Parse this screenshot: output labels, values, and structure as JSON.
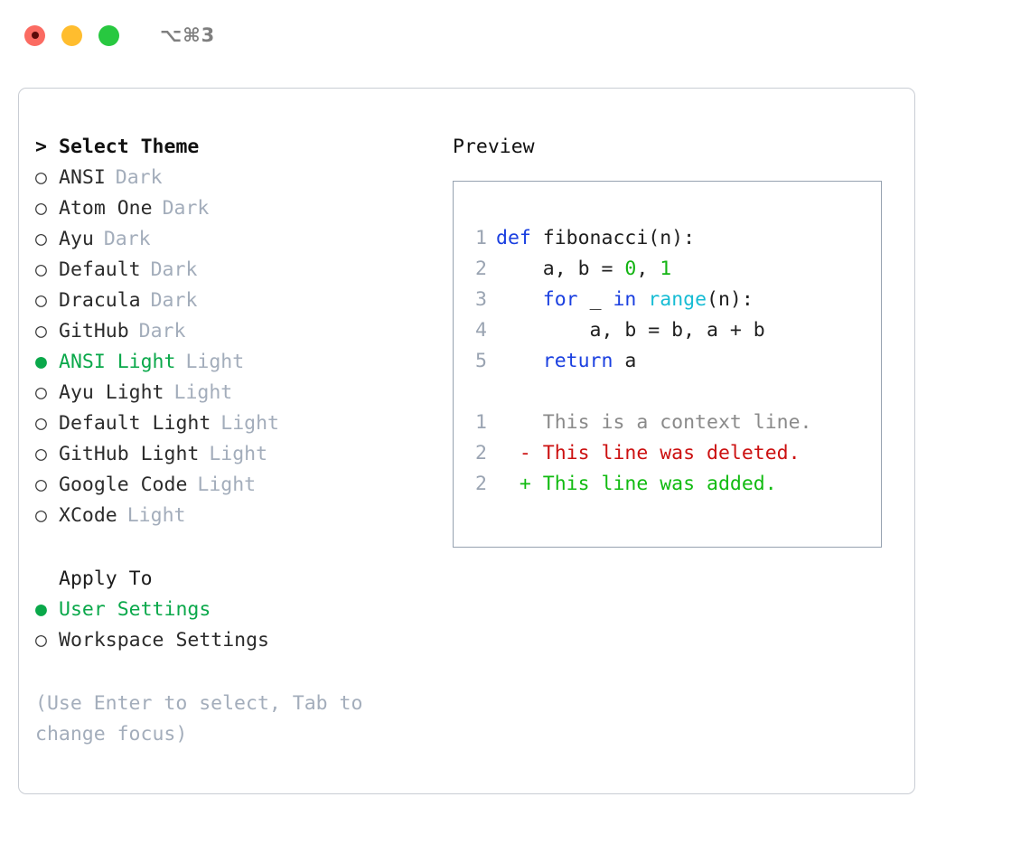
{
  "titlebar": {
    "lights": [
      "close-red",
      "minimize-yellow",
      "zoom-green"
    ],
    "shortcut": "⌥⌘3"
  },
  "theme_panel": {
    "header": "Select Theme",
    "caret": ">",
    "bullet_empty": "○",
    "bullet_filled": "●",
    "items": [
      {
        "name": "ANSI",
        "kind": "Dark",
        "selected": false
      },
      {
        "name": "Atom One",
        "kind": "Dark",
        "selected": false
      },
      {
        "name": "Ayu",
        "kind": "Dark",
        "selected": false
      },
      {
        "name": "Default",
        "kind": "Dark",
        "selected": false
      },
      {
        "name": "Dracula",
        "kind": "Dark",
        "selected": false
      },
      {
        "name": "GitHub",
        "kind": "Dark",
        "selected": false
      },
      {
        "name": "ANSI Light",
        "kind": "Light",
        "selected": true
      },
      {
        "name": "Ayu Light",
        "kind": "Light",
        "selected": false
      },
      {
        "name": "Default Light",
        "kind": "Light",
        "selected": false
      },
      {
        "name": "GitHub Light",
        "kind": "Light",
        "selected": false
      },
      {
        "name": "Google Code",
        "kind": "Light",
        "selected": false
      },
      {
        "name": "XCode",
        "kind": "Light",
        "selected": false
      }
    ]
  },
  "apply_to": {
    "header": "Apply To",
    "options": [
      {
        "label": "User Settings",
        "selected": true
      },
      {
        "label": "Workspace Settings",
        "selected": false
      }
    ]
  },
  "hint": "(Use Enter to select, Tab to change focus)",
  "preview": {
    "title": "Preview",
    "code_lines": [
      {
        "num": "1",
        "tokens": [
          {
            "t": "def ",
            "c": "kw"
          },
          {
            "t": "fibonacci(n):",
            "c": "plain"
          }
        ]
      },
      {
        "num": "2",
        "tokens": [
          {
            "t": "    a, b = ",
            "c": "plain"
          },
          {
            "t": "0",
            "c": "num"
          },
          {
            "t": ", ",
            "c": "plain"
          },
          {
            "t": "1",
            "c": "num"
          }
        ]
      },
      {
        "num": "3",
        "tokens": [
          {
            "t": "    ",
            "c": "plain"
          },
          {
            "t": "for",
            "c": "kw"
          },
          {
            "t": " _ ",
            "c": "plain"
          },
          {
            "t": "in",
            "c": "kw"
          },
          {
            "t": " ",
            "c": "plain"
          },
          {
            "t": "range",
            "c": "fn"
          },
          {
            "t": "(n):",
            "c": "plain"
          }
        ]
      },
      {
        "num": "4",
        "tokens": [
          {
            "t": "        a, b = b, a + b",
            "c": "plain"
          }
        ]
      },
      {
        "num": "5",
        "tokens": [
          {
            "t": "    ",
            "c": "plain"
          },
          {
            "t": "return",
            "c": "kw"
          },
          {
            "t": " a",
            "c": "plain"
          }
        ]
      }
    ],
    "diff_lines": [
      {
        "num": "1",
        "marker": " ",
        "text": "This is a context line.",
        "kind": "ctx"
      },
      {
        "num": "2",
        "marker": "-",
        "text": "This line was deleted.",
        "kind": "del"
      },
      {
        "num": "2",
        "marker": "+",
        "text": "This line was added.",
        "kind": "add"
      }
    ]
  },
  "colors": {
    "accent_green": "#0aa84a",
    "muted": "#a3adbb",
    "keyword_blue": "#1a3fe0",
    "function_cyan": "#16bcd4",
    "number_green": "#13b413",
    "diff_deleted": "#cc1111",
    "diff_added": "#11bb11",
    "panel_border": "#96a2b0",
    "window_border": "#c9cdd4"
  }
}
